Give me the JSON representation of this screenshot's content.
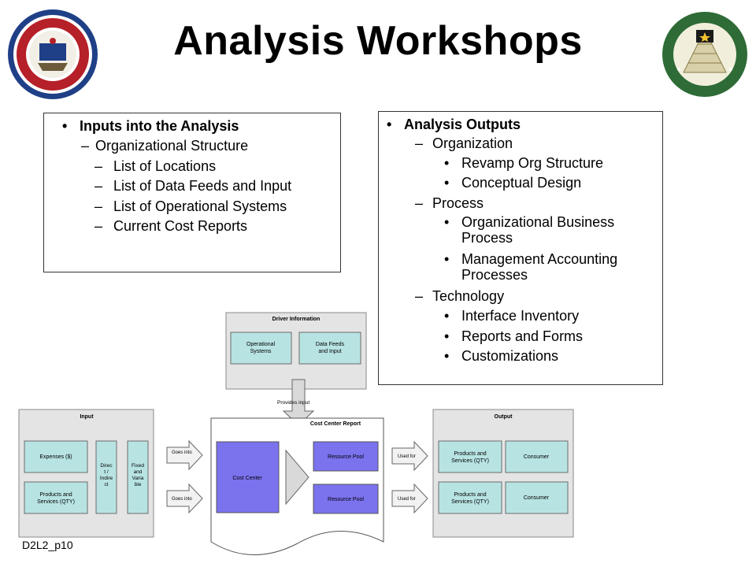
{
  "slide": {
    "title": "Analysis Workshops",
    "footer": "D2L2_p10"
  },
  "left_box": {
    "heading": "Inputs into the Analysis",
    "items": [
      "Organizational Structure",
      "List of Locations",
      "List of Data Feeds and Input",
      "List of Operational Systems",
      "Current Cost Reports"
    ]
  },
  "right_box": {
    "heading": "Analysis Outputs",
    "sections": [
      {
        "label": "Organization",
        "items": [
          "Revamp Org Structure",
          "Conceptual Design"
        ]
      },
      {
        "label": "Process",
        "items": [
          "Organizational Business Process",
          "Management Accounting Processes"
        ]
      },
      {
        "label": "Technology",
        "items": [
          "Interface Inventory",
          "Reports and Forms",
          "Customizations"
        ]
      }
    ]
  },
  "diagram": {
    "driver_title": "Driver Information",
    "driver_left": [
      "Operational",
      "Systems"
    ],
    "driver_right": [
      "Data Feeds",
      "and Input"
    ],
    "provides": "Provides input",
    "input_title": "Input",
    "expenses": "Expenses ($)",
    "products_in": [
      "Products and",
      "Services (QTY)"
    ],
    "direct": [
      "Direc",
      "t /",
      "Indire",
      "ct"
    ],
    "fixed": [
      "Fixed",
      "and",
      "Varia",
      "ble"
    ],
    "goes_into": "Goes into",
    "report_title": "Cost Center Report",
    "cost_center": "Cost Center",
    "resource_pool": "Resource Pool",
    "used_for": "Used for",
    "output_title": "Output",
    "products_out": [
      "Products and",
      "Services (QTY)"
    ],
    "consumer": "Consumer"
  },
  "colors": {
    "gray_panel": "#e4e4e4",
    "teal_box": "#b8e3e3",
    "purple_box": "#7b72ee",
    "seal_left_blue": "#1f3f86",
    "seal_left_red": "#b62028",
    "seal_right_green": "#2e6b36"
  },
  "icons": {
    "left_logo": "asa-seal-icon",
    "right_logo": "army-fmc-seal-icon"
  }
}
